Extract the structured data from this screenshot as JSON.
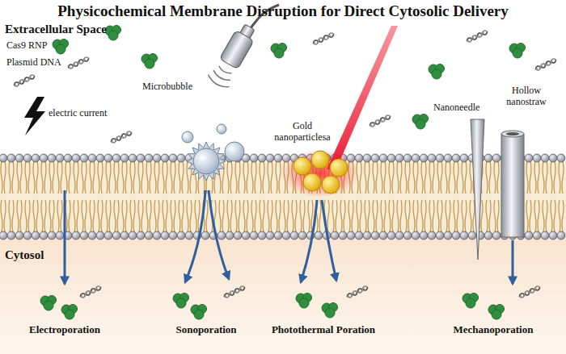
{
  "diagram": {
    "title": "Physicochemical Membrane Disruption for Direct Cytosolic Delivery",
    "labels": [
      "Extracellular Space",
      "Cas9 RNP",
      "Plasmid DNA",
      "Microbubble",
      "electric current",
      "Gold nanoparticlesa",
      "Nanoneedle",
      "Hollow nanostraw",
      "Cytosol",
      "Electroporation",
      "Sonoporation",
      "Photothermal Poration",
      "Mechanoporation"
    ]
  }
}
